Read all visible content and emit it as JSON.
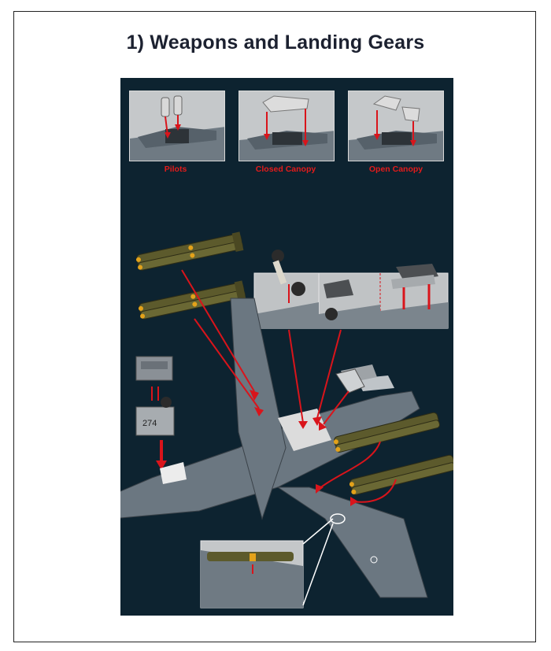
{
  "page": {
    "title": "1) Weapons and Landing Gears"
  },
  "thumbnails": [
    {
      "label": "Pilots"
    },
    {
      "label": "Closed Canopy"
    },
    {
      "label": "Open Canopy"
    }
  ],
  "aircraft": {
    "nose_number": "274"
  },
  "colors": {
    "panel_background": "#0d2330",
    "label_red": "#e31b1b",
    "arrow_red": "#d9141b",
    "airframe_grey": "#6b7781",
    "missile_olive": "#5c5a2c",
    "missile_tip": "#e3a21a"
  }
}
